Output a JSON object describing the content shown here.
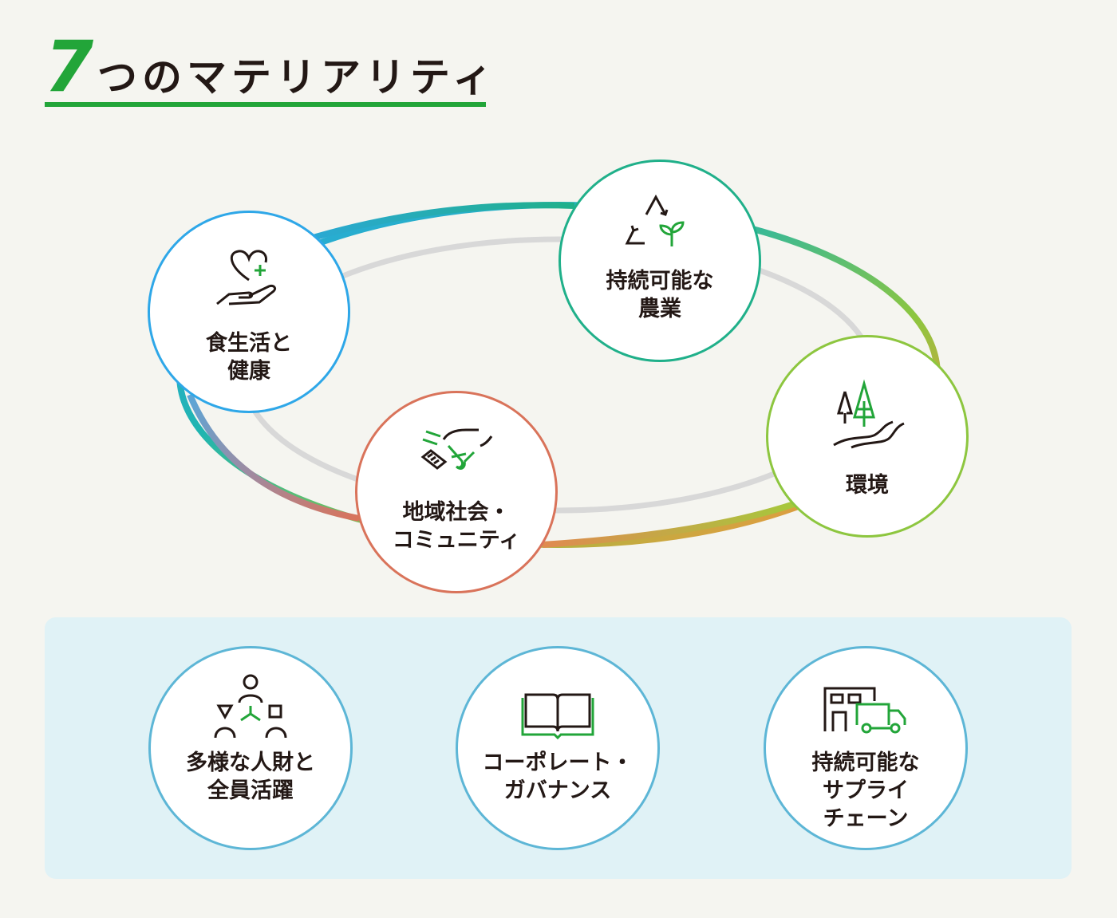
{
  "heading": {
    "number": "7",
    "text": "つのマテリアリティ"
  },
  "colors": {
    "green": "#22a539",
    "health": "#2ea7e8",
    "agri": "#20b08a",
    "env": "#8dc63f",
    "community": "#d9735a",
    "bottom": "#5db6d6"
  },
  "materialities_cycle": [
    {
      "label": "食生活と\n健康",
      "icon": "heart-in-hand-icon"
    },
    {
      "label": "持続可能な\n農業",
      "icon": "recycle-sprout-icon"
    },
    {
      "label": "環境",
      "icon": "trees-river-icon"
    },
    {
      "label": "地域社会・\nコミュニティ",
      "icon": "handshake-icon"
    }
  ],
  "materialities_foundation": [
    {
      "label": "多様な人財と\n全員活躍",
      "icon": "people-network-icon"
    },
    {
      "label": "コーポレート・\nガバナンス",
      "icon": "open-book-icon"
    },
    {
      "label": "持続可能な\nサプライ\nチェーン",
      "icon": "factory-truck-icon"
    }
  ]
}
